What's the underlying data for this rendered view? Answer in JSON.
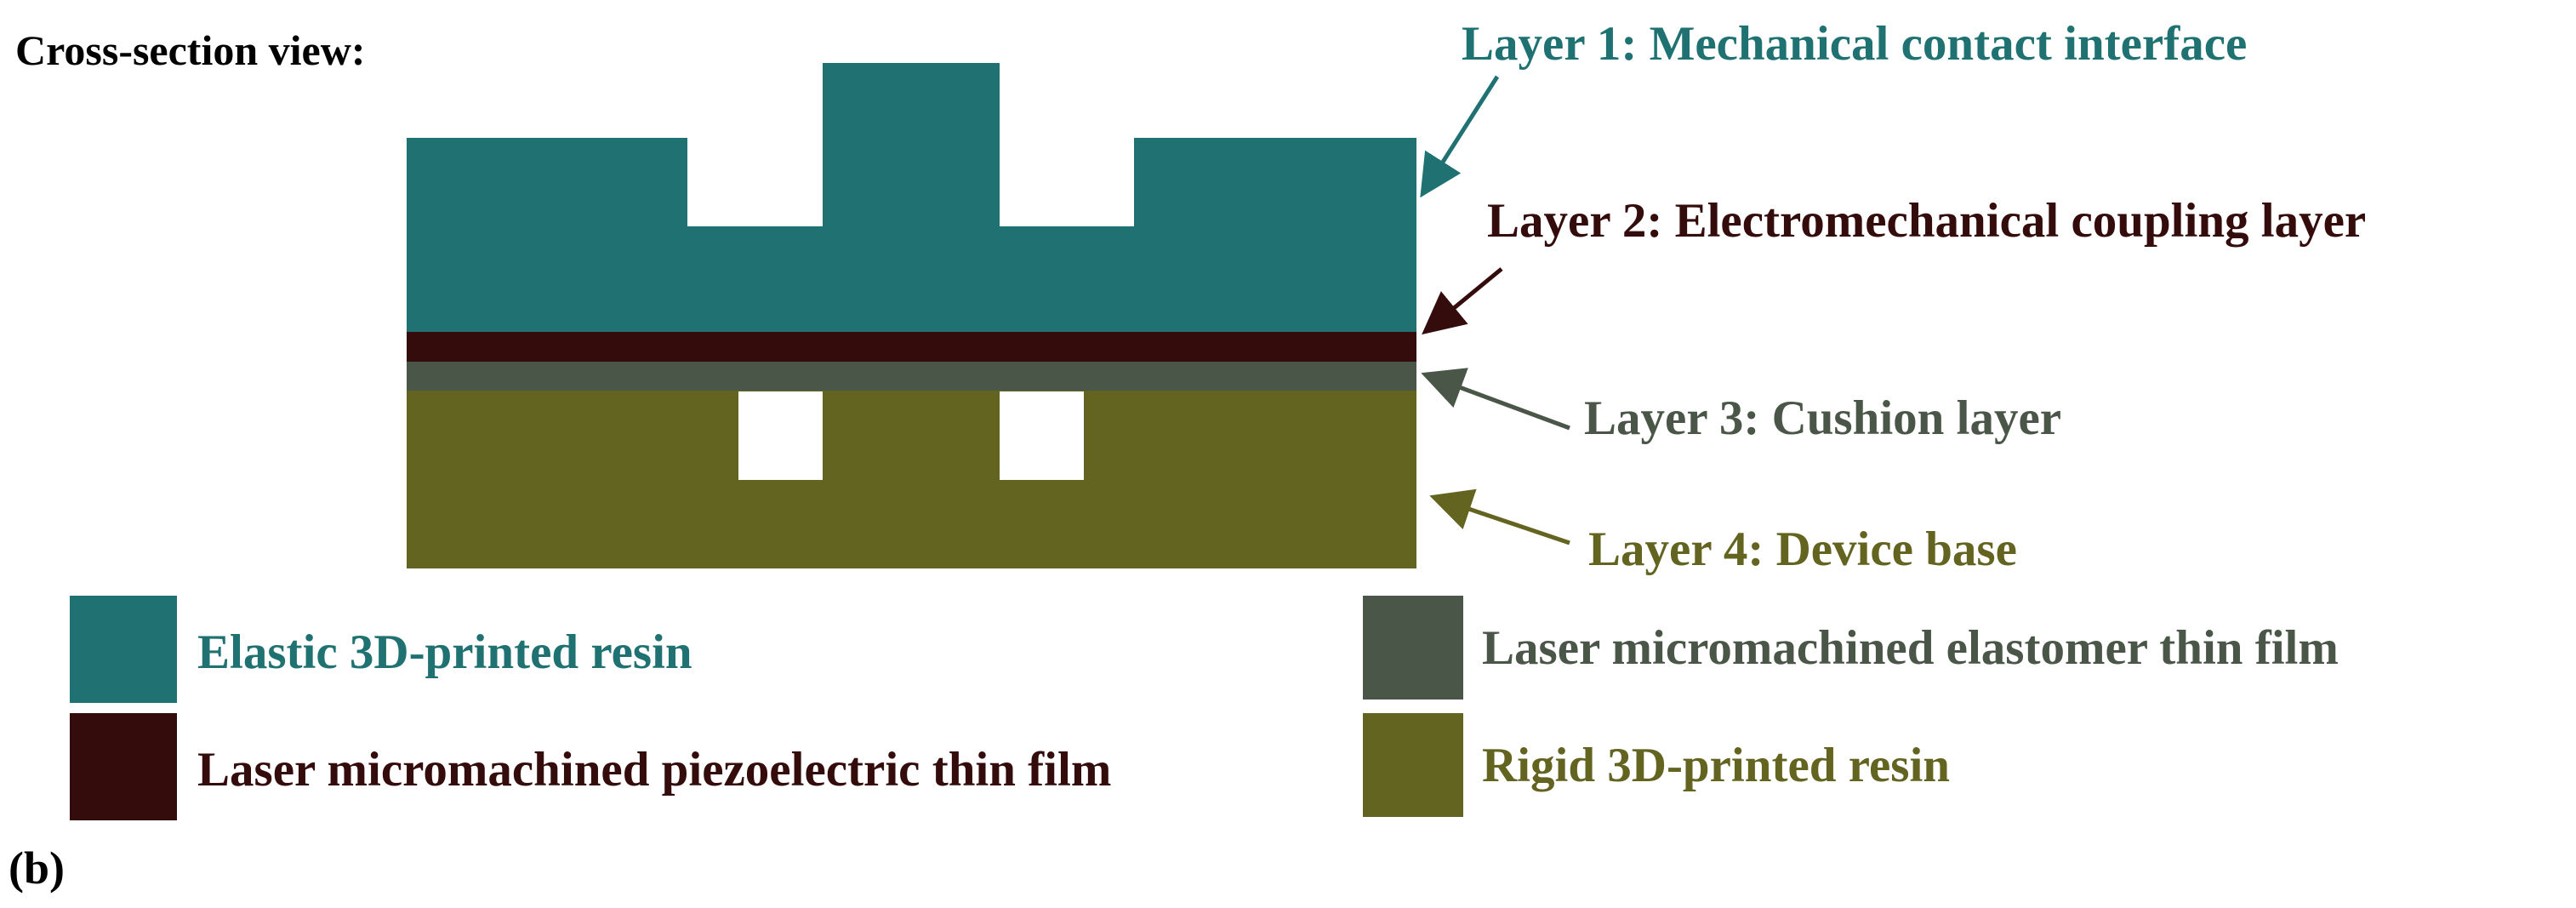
{
  "figure": {
    "heading": "Cross-section view:",
    "panel_label": "(b)"
  },
  "colors": {
    "layer1": "#207272",
    "layer2": "#340c0c",
    "layer3": "#4a5748",
    "layer4": "#646421",
    "text_default": "#000000"
  },
  "callouts": {
    "layer1": "Layer 1: Mechanical contact interface",
    "layer2": "Layer 2: Electromechanical coupling layer",
    "layer3": "Layer 3: Cushion layer",
    "layer4": "Layer 4: Device base"
  },
  "legend": {
    "items": [
      {
        "label": "Elastic 3D-printed resin",
        "color_key": "layer1"
      },
      {
        "label": "Laser micromachined elastomer thin film",
        "color_key": "layer3"
      },
      {
        "label": "Laser micromachined piezoelectric thin film",
        "color_key": "layer2"
      },
      {
        "label": "Rigid 3D-printed resin",
        "color_key": "layer4"
      }
    ]
  }
}
